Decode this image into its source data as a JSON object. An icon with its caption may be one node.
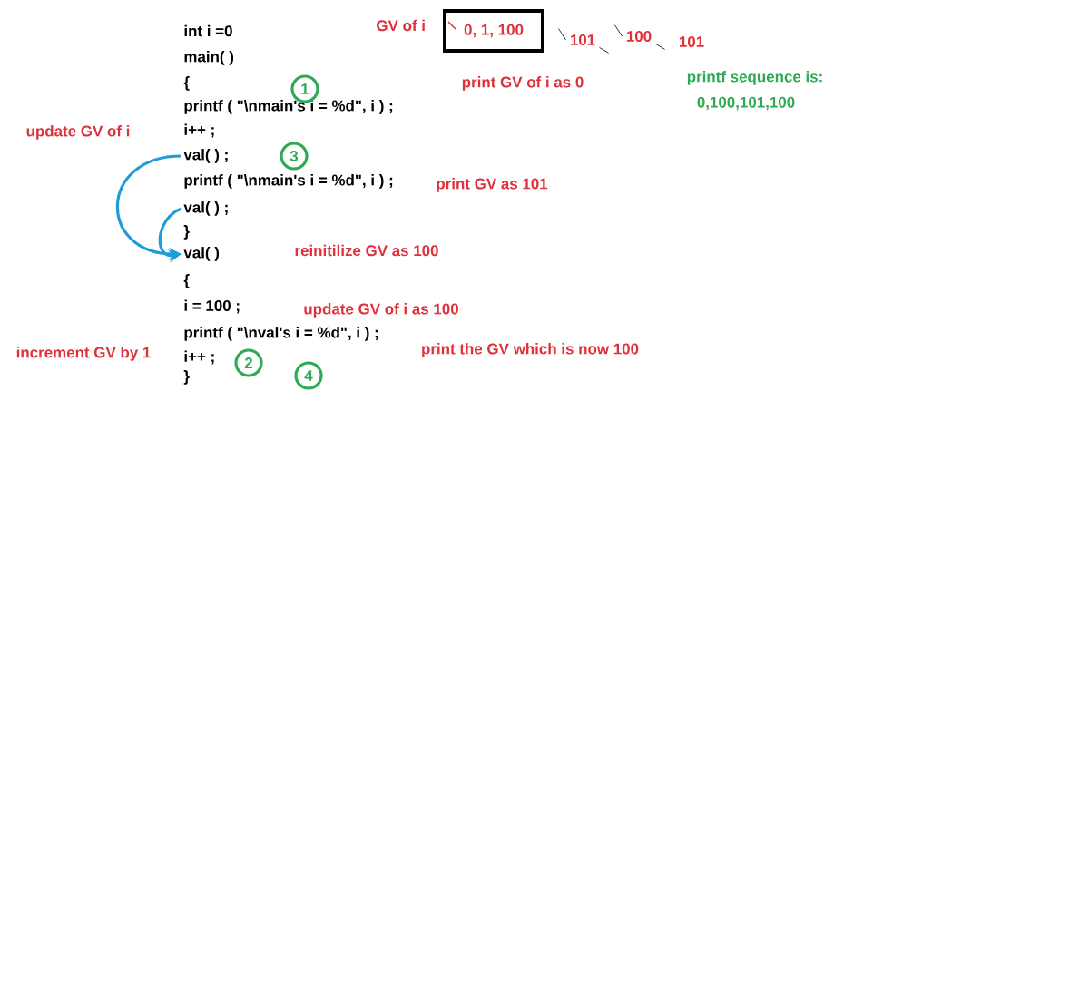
{
  "diagram": {
    "nodes": [
      {
        "text": [
          "int i =0"
        ]
      },
      {
        "text": [
          "main( )"
        ]
      },
      {
        "text": [
          "{"
        ]
      },
      {
        "text": [
          "printf ( \"\\nmain's i = %d\", i ) ;"
        ]
      },
      {
        "text": [
          "i++ ;"
        ]
      },
      {
        "text": [
          "val( ) ;"
        ]
      },
      {
        "text": [
          "printf ( \"\\nmain's i = %d\", i ) ;"
        ]
      },
      {
        "text": [
          "val( ) ;"
        ]
      },
      {
        "text": [
          "}"
        ]
      },
      {
        "text": [
          "val( )"
        ]
      },
      {
        "text": [
          "{"
        ]
      },
      {
        "text": [
          "i = 100 ;"
        ]
      },
      {
        "text": [
          "printf ( \"\\nval's i = %d\", i ) ;"
        ]
      },
      {
        "text": [
          "i++ ;"
        ]
      },
      {
        "text": [
          "}"
        ]
      },
      {
        "text": [
          "1"
        ]
      },
      {
        "text": [
          "3"
        ]
      },
      {
        "text": [
          "2"
        ]
      },
      {
        "text": [
          "4"
        ]
      },
      {
        "text": [
          "0, 1, 100"
        ],
        "beside": [
          "GV of i"
        ]
      }
    ],
    "edges": [
      {
        "from": 5,
        "to": 9,
        "arrow": "to"
      },
      {
        "from": 7,
        "to": 9,
        "arrow": "to"
      }
    ],
    "labels": [
      "101",
      "100",
      "101",
      "print GV of i as 0",
      "printf sequence is:",
      "0,100,101,100",
      "update GV of i",
      "print GV as 101",
      "reinitilize GV as 100",
      "update GV of i as 100",
      "print the GV which is now 100",
      "increment GV by 1"
    ]
  }
}
